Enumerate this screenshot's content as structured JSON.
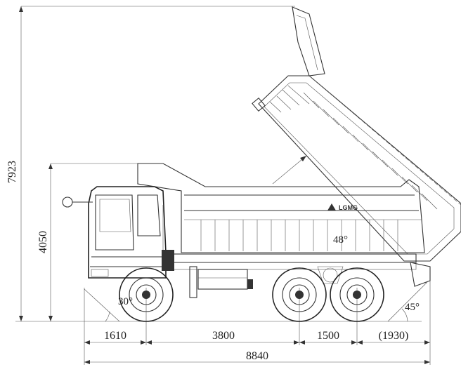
{
  "dimensions": {
    "overall_height_raised": "7923",
    "cab_height": "4050",
    "front_overhang": "1610",
    "wheelbase_1": "3800",
    "wheelbase_2": "1500",
    "rear_overhang": "(1930)",
    "overall_length": "8840"
  },
  "angles": {
    "approach_angle": "30°",
    "departure_angle": "45°",
    "tipping_angle": "48°"
  },
  "logo": {
    "text": "LGMG"
  }
}
